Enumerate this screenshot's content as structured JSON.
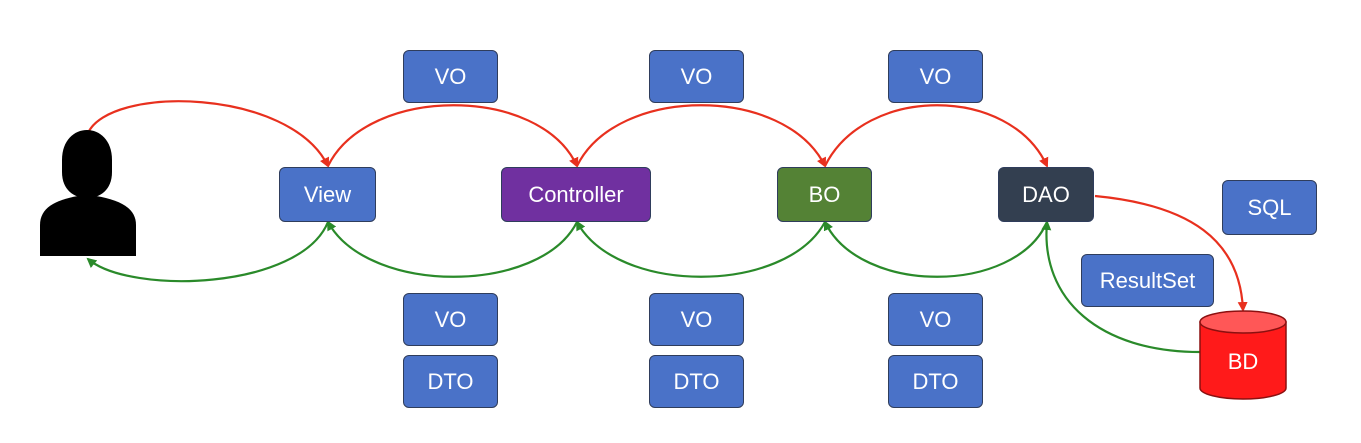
{
  "diagram": {
    "nodes": {
      "view": "View",
      "controller": "Controller",
      "bo": "BO",
      "dao": "DAO",
      "sql": "SQL",
      "resultset": "ResultSet",
      "bd": "BD"
    },
    "top_objects": [
      "VO",
      "VO",
      "VO"
    ],
    "bottom_objects": [
      {
        "vo": "VO",
        "dto": "DTO"
      },
      {
        "vo": "VO",
        "dto": "DTO"
      },
      {
        "vo": "VO",
        "dto": "DTO"
      }
    ],
    "icons": {
      "user": "user-silhouette-icon",
      "database": "database-cylinder-icon"
    },
    "colors": {
      "request_arrow": "#e8301e",
      "response_arrow": "#2a8a2a",
      "box_blue": "#4a72c8",
      "controller": "#7030a0",
      "bo": "#548235",
      "dao": "#333f50",
      "database": "#ff1a1a"
    }
  }
}
